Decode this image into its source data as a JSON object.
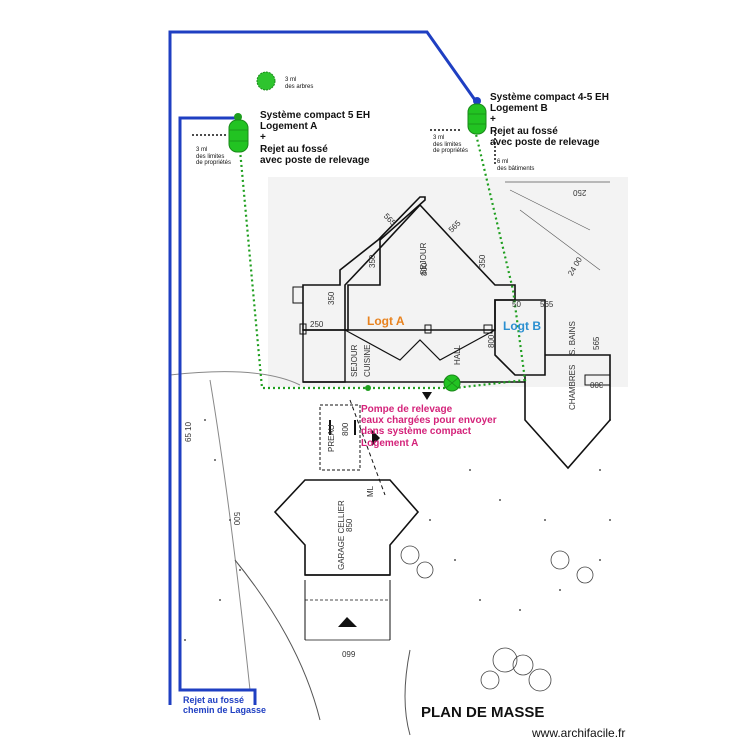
{
  "notes": {
    "tree_distance": "3 ml\ndes arbres",
    "system_a": "Système compact 5 EH\nLogement A\n+\nRejet au fossé\navec poste de relevage",
    "system_b": "Système compact 4-5 EH\nLogement B\n+\nRejet au fossé\navec poste de relevage",
    "property_limit_a": "3 ml\ndes limites\nde propriétés",
    "property_limit_b": "3 ml\ndes limites\nde propriétés",
    "building_distance": "6 ml\ndes bâtiments",
    "pump": "Pompe de relevage\neaux chargées pour envoyer\ndans système compact\nLogement A",
    "ditch": "Rejet au fossé\nchemin de Lagasse"
  },
  "units": {
    "logt_a": "Logt A",
    "logt_b": "Logt B"
  },
  "rooms": {
    "sejour": "SEJOUR",
    "hall": "HALL",
    "cuisine": "CUISINE",
    "sejour_cuisine": "SEJOUR",
    "chambres": "CHAMBRES",
    "s_bains": "S. BAINS",
    "garage": "GARAGE CELLIER",
    "preau": "PREAU",
    "ml": "ML"
  },
  "dimensions": {
    "d565_left": "565",
    "d565_right": "565",
    "d250_top": "250",
    "d350_a": "350",
    "d350_b": "350",
    "d350_c": "350",
    "d250_left": "250",
    "d800_center": "800",
    "d800_b": "800",
    "d800_preau": "800",
    "d565_b": "565",
    "d565_c": "565",
    "d300": "300",
    "d850": "850",
    "d660": "660",
    "d500": "500",
    "d2400": "24 00",
    "d65_10": "65 10",
    "d50": "50"
  },
  "title": "PLAN DE MASSE",
  "credit": "www.archifacile.fr",
  "colors": {
    "boundary": "#1f3fc2",
    "drain": "#1e9e1e",
    "tank": "#22c322",
    "pink": "#d4237a",
    "logt_a": "#e8821e",
    "logt_b": "#2a8fd0"
  }
}
